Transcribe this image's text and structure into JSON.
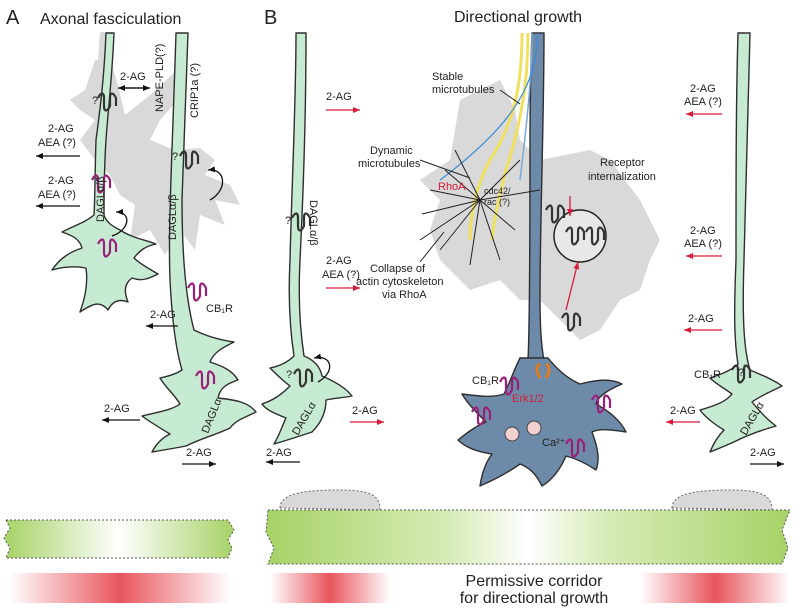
{
  "panel_a": {
    "letter": "A",
    "title": "Axonal fasciculation",
    "labels": {
      "two_ag_top": "2-AG",
      "two_ag_aea_1_l1": "2-AG",
      "two_ag_aea_1_l2": "AEA (?)",
      "two_ag_aea_2_l1": "2-AG",
      "two_ag_aea_2_l2": "AEA (?)",
      "nape_pld": "NAPE-PLD(?)",
      "crip1a": "CRIP1a (?)",
      "dagl_ab_left": "DAGLα/β",
      "dagl_ab_right": "DAGLα/β",
      "cb1r": "CB₁R",
      "two_ag_mid": "2-AG",
      "two_ag_low": "2-AG",
      "dagl_a": "DAGLα",
      "two_ag_bottom": "2-AG",
      "question": "?"
    }
  },
  "panel_b": {
    "letter": "B",
    "title": "Directional growth",
    "labels": {
      "dagl_ab": "DAGLα/β",
      "two_ag_top": "2-AG",
      "two_ag_aea_l1": "2-AG",
      "two_ag_aea_l2": "AEA (?)",
      "two_ag_bl": "2-AG",
      "two_ag_br": "2-AG",
      "dagl_a_left": "DAGLα",
      "stable_l1": "Stable",
      "stable_l2": "microtubules",
      "dynamic_l1": "Dynamic",
      "dynamic_l2": "microtubules",
      "rhoa": "RhoA",
      "cdc42_l1": "cdc42/",
      "cdc42_l2": "rac (?)",
      "receptor_l1": "Receptor",
      "receptor_l2": "internalization",
      "collapse_l1": "Collapse of",
      "collapse_l2": "actin cytoskeleton",
      "collapse_l3": "via RhoA",
      "cb1r_center": "CB₁R",
      "erk": "Erk1/2",
      "ca": "Ca²⁺",
      "r_two_ag_aea_1_l1": "2-AG",
      "r_two_ag_aea_1_l2": "AEA (?)",
      "r_two_ag_aea_2_l1": "2-AG",
      "r_two_ag_aea_2_l2": "AEA (?)",
      "r_two_ag_mid": "2-AG",
      "r_cb1r": "CB₁R",
      "r_two_ag_low": "2-AG",
      "r_dagl_a": "DAGLα",
      "r_two_ag_bottom": "2-AG",
      "question": "?"
    },
    "footer_l1": "Permissive corridor",
    "footer_l2": "for directional growth"
  },
  "colors": {
    "axon_fill": "#c7ebd2",
    "growth_cone": "#6d8aa8",
    "receptor_purple": "#9a1f7a",
    "arrow_red": "#d81b3a",
    "rhoa_red": "#d81b3a",
    "substrate_green": "#a9d36b",
    "gradient_red": "#e8555d",
    "shadow_gray": "#d9d9d9"
  }
}
